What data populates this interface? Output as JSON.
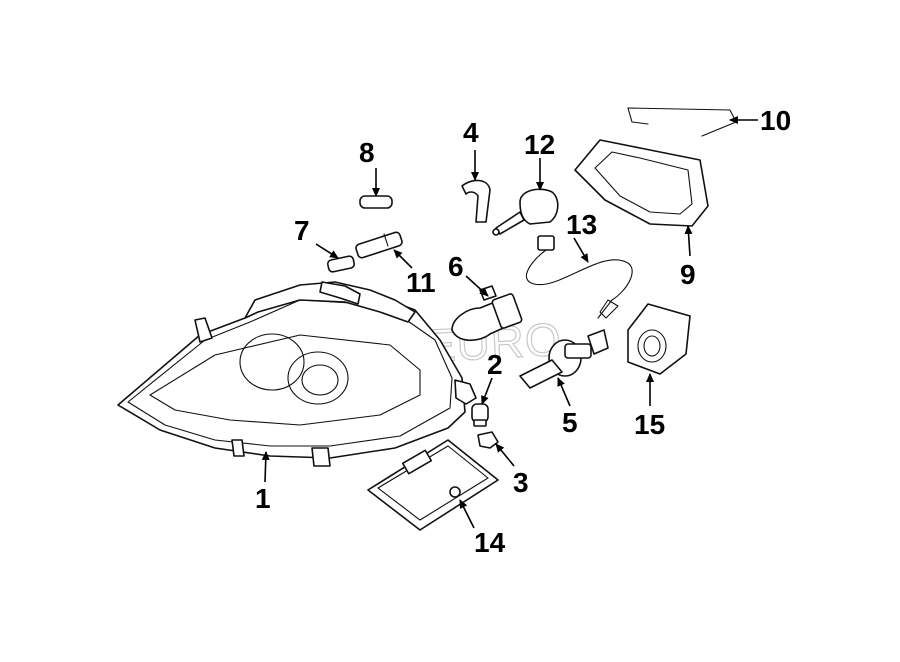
{
  "watermark": "FCPEURO",
  "callouts": [
    {
      "id": "1",
      "label": "1"
    },
    {
      "id": "2",
      "label": "2"
    },
    {
      "id": "3",
      "label": "3"
    },
    {
      "id": "4",
      "label": "4"
    },
    {
      "id": "5",
      "label": "5"
    },
    {
      "id": "6",
      "label": "6"
    },
    {
      "id": "7",
      "label": "7"
    },
    {
      "id": "8",
      "label": "8"
    },
    {
      "id": "9",
      "label": "9"
    },
    {
      "id": "10",
      "label": "10"
    },
    {
      "id": "11",
      "label": "11"
    },
    {
      "id": "12",
      "label": "12"
    },
    {
      "id": "13",
      "label": "13"
    },
    {
      "id": "14",
      "label": "14"
    },
    {
      "id": "15",
      "label": "15"
    }
  ]
}
